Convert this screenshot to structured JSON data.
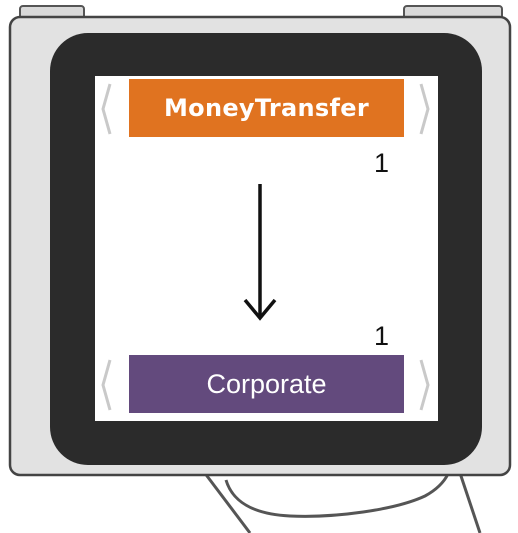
{
  "source_entity": {
    "label": "MoneyTransfer",
    "cardinality": "1",
    "color": "#e07320"
  },
  "target_entity": {
    "label": "Corporate",
    "cardinality": "1",
    "color": "#634a7d"
  },
  "device": {
    "bezel_color": "#2b2b2b",
    "body_color": "#e2e2e2",
    "screen_color": "#ffffff"
  }
}
